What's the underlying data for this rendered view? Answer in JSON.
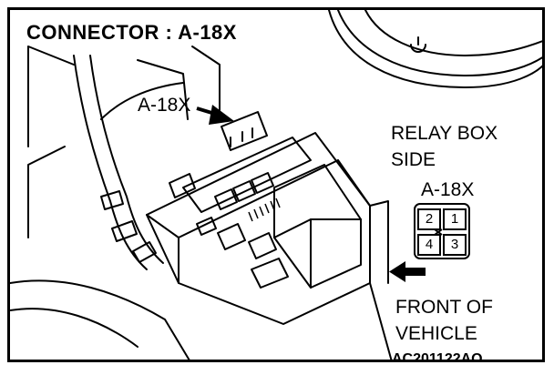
{
  "title": "CONNECTOR : A-18X",
  "callout_label": "A-18X",
  "relay_box_side": {
    "line1": "RELAY BOX",
    "line2": "SIDE"
  },
  "connector_label": "A-18X",
  "pins": [
    "2",
    "1",
    "4",
    "3"
  ],
  "front_of_vehicle": {
    "line1": "FRONT OF",
    "line2": "VEHICLE"
  },
  "figure_code": "AC201122AQ",
  "colors": {
    "line": "#000000",
    "background": "#ffffff"
  }
}
